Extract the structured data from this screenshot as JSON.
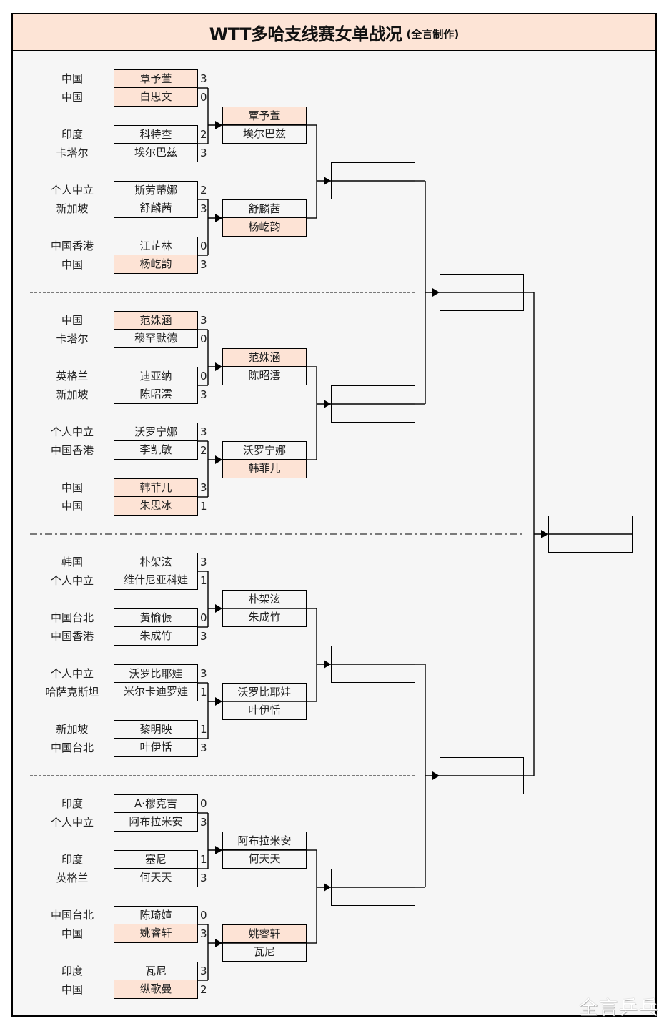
{
  "title": {
    "main": "WTT多哈支线赛女单战况",
    "sub": "(全言制作)"
  },
  "colors": {
    "highlight": "#fde3d5",
    "title_bg": "#fde4d6",
    "panel_bg": "#f6f6f6",
    "line": "#000000"
  },
  "round1": [
    {
      "players": [
        {
          "country": "中国",
          "name": "覃予萱",
          "score": "3",
          "highlight": true
        },
        {
          "country": "中国",
          "name": "白思文",
          "score": "0",
          "highlight": true
        }
      ]
    },
    {
      "players": [
        {
          "country": "印度",
          "name": "科特查",
          "score": "2",
          "highlight": false
        },
        {
          "country": "卡塔尔",
          "name": "埃尔巴兹",
          "score": "3",
          "highlight": false
        }
      ]
    },
    {
      "players": [
        {
          "country": "个人中立",
          "name": "斯劳蒂娜",
          "score": "2",
          "highlight": false
        },
        {
          "country": "新加坡",
          "name": "舒麟茜",
          "score": "3",
          "highlight": false
        }
      ]
    },
    {
      "players": [
        {
          "country": "中国香港",
          "name": "江芷林",
          "score": "0",
          "highlight": false
        },
        {
          "country": "中国",
          "name": "杨屹韵",
          "score": "3",
          "highlight": true
        }
      ]
    },
    {
      "players": [
        {
          "country": "中国",
          "name": "范姝涵",
          "score": "3",
          "highlight": true
        },
        {
          "country": "卡塔尔",
          "name": "穆罕默德",
          "score": "0",
          "highlight": false
        }
      ]
    },
    {
      "players": [
        {
          "country": "英格兰",
          "name": "迪亚纳",
          "score": "0",
          "highlight": false
        },
        {
          "country": "新加坡",
          "name": "陈昭澐",
          "score": "3",
          "highlight": false
        }
      ]
    },
    {
      "players": [
        {
          "country": "个人中立",
          "name": "沃罗宁娜",
          "score": "3",
          "highlight": false
        },
        {
          "country": "中国香港",
          "name": "李凯敏",
          "score": "2",
          "highlight": false
        }
      ]
    },
    {
      "players": [
        {
          "country": "中国",
          "name": "韩菲儿",
          "score": "3",
          "highlight": true
        },
        {
          "country": "中国",
          "name": "朱思冰",
          "score": "1",
          "highlight": true
        }
      ]
    },
    {
      "players": [
        {
          "country": "韩国",
          "name": "朴架泫",
          "score": "3",
          "highlight": false
        },
        {
          "country": "个人中立",
          "name": "维什尼亚科娃",
          "score": "1",
          "highlight": false
        }
      ]
    },
    {
      "players": [
        {
          "country": "中国台北",
          "name": "黄愉侲",
          "score": "0",
          "highlight": false
        },
        {
          "country": "中国香港",
          "name": "朱成竹",
          "score": "3",
          "highlight": false
        }
      ]
    },
    {
      "players": [
        {
          "country": "个人中立",
          "name": "沃罗比耶娃",
          "score": "3",
          "highlight": false
        },
        {
          "country": "哈萨克斯坦",
          "name": "米尔卡迪罗娃",
          "score": "1",
          "highlight": false
        }
      ]
    },
    {
      "players": [
        {
          "country": "新加坡",
          "name": "黎明映",
          "score": "1",
          "highlight": false
        },
        {
          "country": "中国台北",
          "name": "叶伊恬",
          "score": "3",
          "highlight": false
        }
      ]
    },
    {
      "players": [
        {
          "country": "印度",
          "name": "A·穆克吉",
          "score": "0",
          "highlight": false
        },
        {
          "country": "个人中立",
          "name": "阿布拉米安",
          "score": "3",
          "highlight": false
        }
      ]
    },
    {
      "players": [
        {
          "country": "印度",
          "name": "塞尼",
          "score": "1",
          "highlight": false
        },
        {
          "country": "英格兰",
          "name": "何天天",
          "score": "3",
          "highlight": false
        }
      ]
    },
    {
      "players": [
        {
          "country": "中国台北",
          "name": "陈琦媗",
          "score": "0",
          "highlight": false
        },
        {
          "country": "中国",
          "name": "姚睿轩",
          "score": "3",
          "highlight": true
        }
      ]
    },
    {
      "players": [
        {
          "country": "印度",
          "name": "瓦尼",
          "score": "3",
          "highlight": false
        },
        {
          "country": "中国",
          "name": "纵歌曼",
          "score": "2",
          "highlight": true
        }
      ]
    }
  ],
  "round2": [
    {
      "players": [
        {
          "name": "覃予萱",
          "highlight": true
        },
        {
          "name": "埃尔巴兹",
          "highlight": false
        }
      ]
    },
    {
      "players": [
        {
          "name": "舒麟茜",
          "highlight": false
        },
        {
          "name": "杨屹韵",
          "highlight": true
        }
      ]
    },
    {
      "players": [
        {
          "name": "范姝涵",
          "highlight": true
        },
        {
          "name": "陈昭澐",
          "highlight": false
        }
      ]
    },
    {
      "players": [
        {
          "name": "沃罗宁娜",
          "highlight": false
        },
        {
          "name": "韩菲儿",
          "highlight": true
        }
      ]
    },
    {
      "players": [
        {
          "name": "朴架泫",
          "highlight": false
        },
        {
          "name": "朱成竹",
          "highlight": false
        }
      ]
    },
    {
      "players": [
        {
          "name": "沃罗比耶娃",
          "highlight": false
        },
        {
          "name": "叶伊恬",
          "highlight": false
        }
      ]
    },
    {
      "players": [
        {
          "name": "阿布拉米安",
          "highlight": false
        },
        {
          "name": "何天天",
          "highlight": false
        }
      ]
    },
    {
      "players": [
        {
          "name": "姚睿轩",
          "highlight": true
        },
        {
          "name": "瓦尼",
          "highlight": false
        }
      ]
    }
  ],
  "round3": [
    {
      "players": []
    },
    {
      "players": []
    },
    {
      "players": []
    },
    {
      "players": []
    }
  ],
  "semifinal": [
    {
      "players": []
    },
    {
      "players": []
    }
  ],
  "final": {
    "players": []
  },
  "watermark": "全言乒乓"
}
